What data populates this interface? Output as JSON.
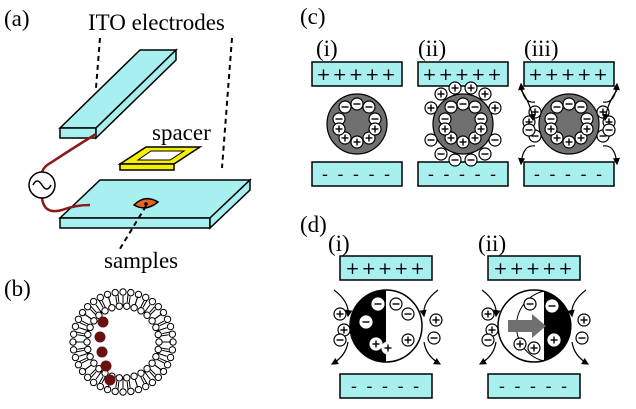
{
  "panels": {
    "a": "(a)",
    "b": "(b)",
    "c": "(c)",
    "d": "(d)"
  },
  "panel_a": {
    "electrodes_label": "ITO electrodes",
    "spacer_label": "spacer",
    "samples_label": "samples"
  },
  "panel_c": {
    "sub_i": "(i)",
    "sub_ii": "(ii)",
    "sub_iii": "(iii)",
    "top_plate": "+++++",
    "bottom_plate": "- - - - -"
  },
  "panel_d": {
    "sub_i": "(i)",
    "sub_ii": "(ii)",
    "top_plate": "+++++",
    "bottom_plate": "- - - - -"
  },
  "colors": {
    "plate": "#a8f0f0",
    "ito": "#a8f0f0",
    "spacer": "#f4f000",
    "sample": "#e8641e",
    "wire": "#8b1a1a",
    "vesicle_gray": "#707070",
    "lipid_dot": "#6b1010"
  }
}
